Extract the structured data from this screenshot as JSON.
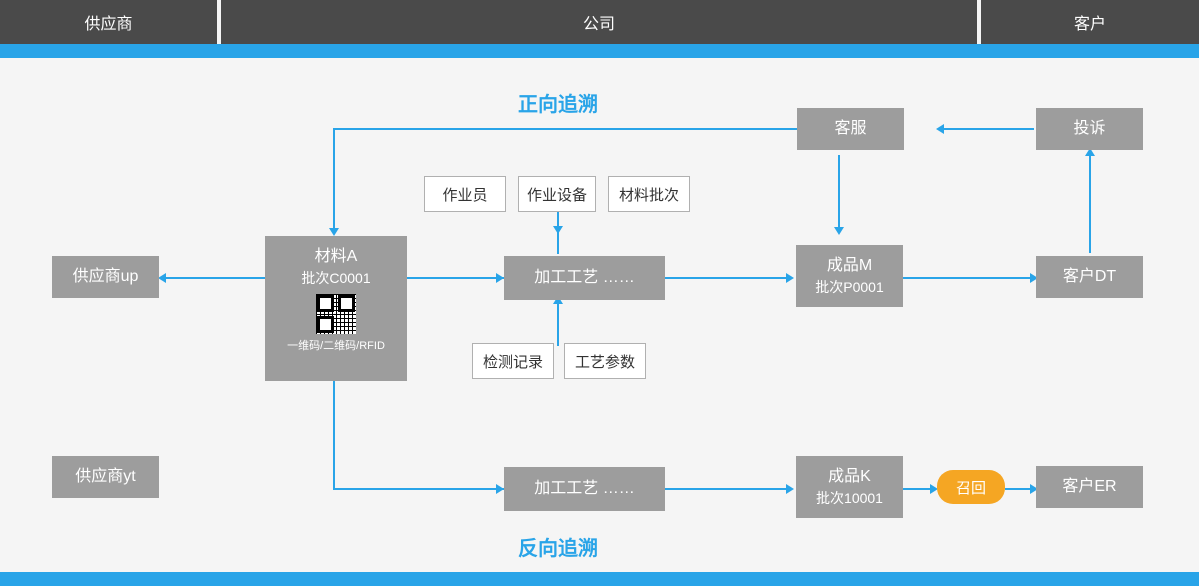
{
  "header": {
    "lanes": [
      {
        "label": "供应商"
      },
      {
        "label": "公司"
      },
      {
        "label": "客户"
      }
    ]
  },
  "labels": {
    "forward": "正向追溯",
    "reverse": "反向追溯"
  },
  "nodes": {
    "supplier_up": "供应商up",
    "supplier_yt": "供应商yt",
    "material_a_title": "材料A",
    "material_a_batch": "批次C0001",
    "material_a_codes": "一维码/二维码/RFID",
    "operator": "作业员",
    "equipment": "作业设备",
    "material_batch": "材料批次",
    "inspection_record": "检测记录",
    "process_params": "工艺参数",
    "process_top": "加工工艺  ……",
    "process_bottom": "加工工艺  ……",
    "product_m_title": "成品M",
    "product_m_batch": "批次P0001",
    "product_k_title": "成品K",
    "product_k_batch": "批次10001",
    "customer_service": "客服",
    "complaint": "投诉",
    "customer_dt": "客户DT",
    "customer_er": "客户ER",
    "recall": "召回"
  },
  "colors": {
    "accent": "#29a4e8",
    "node": "#9d9d9d",
    "lane": "#4a4a4a",
    "recall": "#f5a623",
    "background": "#f5f5f5"
  }
}
